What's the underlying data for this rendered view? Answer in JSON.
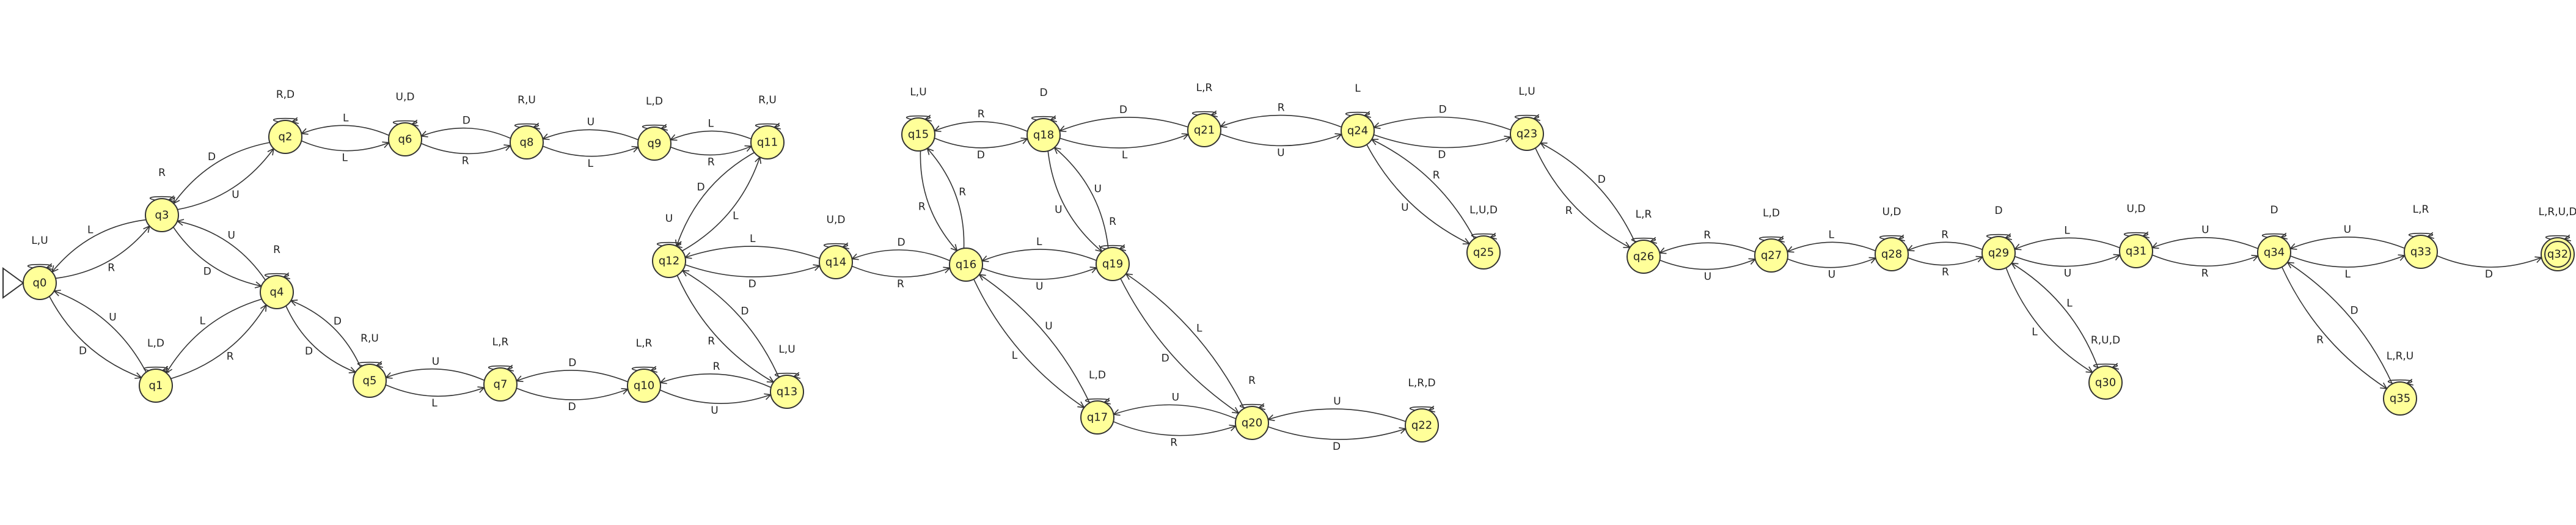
{
  "states": [
    "q0",
    "q1",
    "q2",
    "q3",
    "q4",
    "q5",
    "q6",
    "q7",
    "q8",
    "q9",
    "q10",
    "q11",
    "q12",
    "q13",
    "q14",
    "q15",
    "q16",
    "q17",
    "q18",
    "q19",
    "q20",
    "q21",
    "q22",
    "q23",
    "q24",
    "q25",
    "q26",
    "q27",
    "q28",
    "q29",
    "q30",
    "q31",
    "q32",
    "q33",
    "q34",
    "q35"
  ],
  "start_state": "q0",
  "accepting_states": [
    "q32"
  ],
  "self_loops": [
    {
      "state": "q0",
      "label": "L,U"
    },
    {
      "state": "q1",
      "label": "L,D"
    },
    {
      "state": "q2",
      "label": "R,D"
    },
    {
      "state": "q3",
      "label": "R"
    },
    {
      "state": "q4",
      "label": "R"
    },
    {
      "state": "q5",
      "label": "R,U"
    },
    {
      "state": "q6",
      "label": "U,D"
    },
    {
      "state": "q7",
      "label": "L,R"
    },
    {
      "state": "q8",
      "label": "R,U"
    },
    {
      "state": "q9",
      "label": "L,D"
    },
    {
      "state": "q10",
      "label": "L,R"
    },
    {
      "state": "q11",
      "label": "R,U"
    },
    {
      "state": "q12",
      "label": "U"
    },
    {
      "state": "q13",
      "label": "L,U"
    },
    {
      "state": "q14",
      "label": "U,D"
    },
    {
      "state": "q15",
      "label": "L,U"
    },
    {
      "state": "q17",
      "label": "L,D"
    },
    {
      "state": "q18",
      "label": "D"
    },
    {
      "state": "q19",
      "label": "R"
    },
    {
      "state": "q20",
      "label": "R"
    },
    {
      "state": "q21",
      "label": "L,R"
    },
    {
      "state": "q22",
      "label": "L,R,D"
    },
    {
      "state": "q23",
      "label": "L,U"
    },
    {
      "state": "q24",
      "label": "L"
    },
    {
      "state": "q25",
      "label": "L,U,D"
    },
    {
      "state": "q26",
      "label": "L,R"
    },
    {
      "state": "q27",
      "label": "L,D"
    },
    {
      "state": "q28",
      "label": "U,D"
    },
    {
      "state": "q29",
      "label": "D"
    },
    {
      "state": "q30",
      "label": "R,U,D"
    },
    {
      "state": "q31",
      "label": "U,D"
    },
    {
      "state": "q32",
      "label": "L,R,U,D"
    },
    {
      "state": "q33",
      "label": "L,R"
    },
    {
      "state": "q34",
      "label": "D"
    },
    {
      "state": "q35",
      "label": "L,R,U"
    }
  ],
  "transitions": [
    {
      "from": "q0",
      "to": "q3",
      "label": "R"
    },
    {
      "from": "q3",
      "to": "q0",
      "label": "L"
    },
    {
      "from": "q0",
      "to": "q1",
      "label": "D"
    },
    {
      "from": "q1",
      "to": "q0",
      "label": "U"
    },
    {
      "from": "q3",
      "to": "q2",
      "label": "U"
    },
    {
      "from": "q2",
      "to": "q3",
      "label": "D"
    },
    {
      "from": "q3",
      "to": "q4",
      "label": "D"
    },
    {
      "from": "q4",
      "to": "q3",
      "label": "U"
    },
    {
      "from": "q1",
      "to": "q4",
      "label": "R"
    },
    {
      "from": "q4",
      "to": "q1",
      "label": "L"
    },
    {
      "from": "q4",
      "to": "q5",
      "label": "D"
    },
    {
      "from": "q5",
      "to": "q4",
      "label": "D"
    },
    {
      "from": "q2",
      "to": "q6",
      "label": "L"
    },
    {
      "from": "q6",
      "to": "q2",
      "label": "L"
    },
    {
      "from": "q6",
      "to": "q8",
      "label": "R"
    },
    {
      "from": "q8",
      "to": "q6",
      "label": "D"
    },
    {
      "from": "q8",
      "to": "q9",
      "label": "L"
    },
    {
      "from": "q9",
      "to": "q8",
      "label": "U"
    },
    {
      "from": "q9",
      "to": "q11",
      "label": "R"
    },
    {
      "from": "q11",
      "to": "q9",
      "label": "L"
    },
    {
      "from": "q5",
      "to": "q7",
      "label": "L"
    },
    {
      "from": "q7",
      "to": "q5",
      "label": "U"
    },
    {
      "from": "q7",
      "to": "q10",
      "label": "D"
    },
    {
      "from": "q10",
      "to": "q7",
      "label": "D"
    },
    {
      "from": "q10",
      "to": "q13",
      "label": "U"
    },
    {
      "from": "q13",
      "to": "q10",
      "label": "R"
    },
    {
      "from": "q12",
      "to": "q11",
      "label": "L"
    },
    {
      "from": "q11",
      "to": "q12",
      "label": "D"
    },
    {
      "from": "q12",
      "to": "q13",
      "label": "R"
    },
    {
      "from": "q13",
      "to": "q12",
      "label": "D"
    },
    {
      "from": "q12",
      "to": "q14",
      "label": "D"
    },
    {
      "from": "q14",
      "to": "q12",
      "label": "L"
    },
    {
      "from": "q14",
      "to": "q16",
      "label": "R"
    },
    {
      "from": "q16",
      "to": "q14",
      "label": "D"
    },
    {
      "from": "q15",
      "to": "q16",
      "label": "R"
    },
    {
      "from": "q16",
      "to": "q15",
      "label": "R"
    },
    {
      "from": "q15",
      "to": "q18",
      "label": "D"
    },
    {
      "from": "q18",
      "to": "q15",
      "label": "R"
    },
    {
      "from": "q16",
      "to": "q19",
      "label": "U"
    },
    {
      "from": "q19",
      "to": "q16",
      "label": "L"
    },
    {
      "from": "q16",
      "to": "q17",
      "label": "L"
    },
    {
      "from": "q17",
      "to": "q16",
      "label": "U"
    },
    {
      "from": "q18",
      "to": "q19",
      "label": "U"
    },
    {
      "from": "q19",
      "to": "q18",
      "label": "U"
    },
    {
      "from": "q18",
      "to": "q21",
      "label": "L"
    },
    {
      "from": "q21",
      "to": "q18",
      "label": "D"
    },
    {
      "from": "q21",
      "to": "q24",
      "label": "U"
    },
    {
      "from": "q24",
      "to": "q21",
      "label": "R"
    },
    {
      "from": "q19",
      "to": "q20",
      "label": "D"
    },
    {
      "from": "q20",
      "to": "q19",
      "label": "L"
    },
    {
      "from": "q17",
      "to": "q20",
      "label": "R"
    },
    {
      "from": "q20",
      "to": "q17",
      "label": "U"
    },
    {
      "from": "q20",
      "to": "q22",
      "label": "D"
    },
    {
      "from": "q22",
      "to": "q20",
      "label": "U"
    },
    {
      "from": "q24",
      "to": "q23",
      "label": "D"
    },
    {
      "from": "q23",
      "to": "q24",
      "label": "D"
    },
    {
      "from": "q24",
      "to": "q25",
      "label": "U"
    },
    {
      "from": "q25",
      "to": "q24",
      "label": "R"
    },
    {
      "from": "q23",
      "to": "q26",
      "label": "R"
    },
    {
      "from": "q26",
      "to": "q23",
      "label": "D"
    },
    {
      "from": "q26",
      "to": "q27",
      "label": "U"
    },
    {
      "from": "q27",
      "to": "q26",
      "label": "R"
    },
    {
      "from": "q27",
      "to": "q28",
      "label": "U"
    },
    {
      "from": "q28",
      "to": "q27",
      "label": "L"
    },
    {
      "from": "q28",
      "to": "q29",
      "label": "R"
    },
    {
      "from": "q29",
      "to": "q28",
      "label": "R"
    },
    {
      "from": "q29",
      "to": "q31",
      "label": "U"
    },
    {
      "from": "q31",
      "to": "q29",
      "label": "L"
    },
    {
      "from": "q29",
      "to": "q30",
      "label": "L"
    },
    {
      "from": "q30",
      "to": "q29",
      "label": "L"
    },
    {
      "from": "q31",
      "to": "q34",
      "label": "R"
    },
    {
      "from": "q34",
      "to": "q31",
      "label": "U"
    },
    {
      "from": "q34",
      "to": "q33",
      "label": "L"
    },
    {
      "from": "q33",
      "to": "q34",
      "label": "U"
    },
    {
      "from": "q34",
      "to": "q35",
      "label": "R"
    },
    {
      "from": "q35",
      "to": "q34",
      "label": "D"
    },
    {
      "from": "q33",
      "to": "q32",
      "label": "D"
    }
  ]
}
